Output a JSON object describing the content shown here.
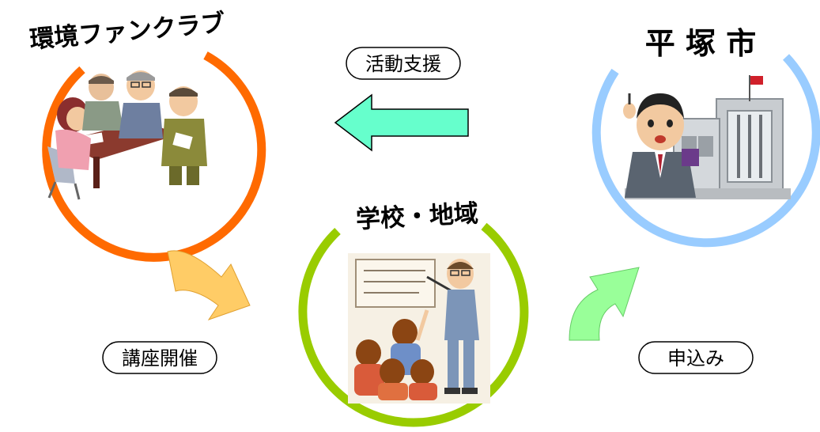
{
  "nodes": {
    "fan_club": {
      "label": "環境ファンクラブ",
      "color": "#FF6A00"
    },
    "city": {
      "label": "平 塚 市",
      "color": "#99CCFF"
    },
    "school": {
      "label": "学校・地域",
      "color": "#99CC00"
    }
  },
  "edges": {
    "support": {
      "label": "活動支援",
      "color": "#66FFCC"
    },
    "lecture": {
      "label": "講座開催",
      "color": "#FFCC66"
    },
    "apply": {
      "label": "申込み",
      "color": "#99FF99"
    }
  },
  "images": {
    "fan_club": "people-meeting-illustration",
    "city": "city-official-with-city-hall-illustration",
    "school": "teacher-pointing-at-board-with-students-illustration"
  }
}
